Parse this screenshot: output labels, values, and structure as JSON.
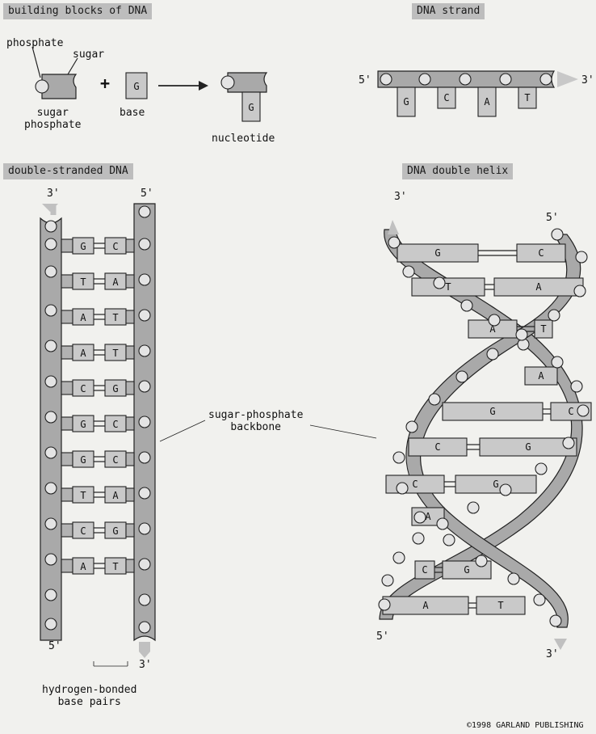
{
  "headers": {
    "building_blocks": "building blocks of DNA",
    "dna_strand": "DNA strand",
    "double_stranded": "double-stranded DNA",
    "double_helix": "DNA double helix"
  },
  "building_blocks": {
    "phosphate": "phosphate",
    "sugar": "sugar",
    "sugar_phosphate": "sugar\nphosphate",
    "plus": "+",
    "base_letter": "G",
    "base_label": "base",
    "nucleotide_letter": "G",
    "nucleotide_label": "nucleotide"
  },
  "strand": {
    "end_left": "5'",
    "end_right": "3'",
    "bases": [
      "G",
      "C",
      "A",
      "T"
    ]
  },
  "ladder": {
    "top_left": "3'",
    "top_right": "5'",
    "bottom_left": "5'",
    "bottom_right": "3'",
    "pairs": [
      [
        "G",
        "C"
      ],
      [
        "T",
        "A"
      ],
      [
        "A",
        "T"
      ],
      [
        "A",
        "T"
      ],
      [
        "C",
        "G"
      ],
      [
        "G",
        "C"
      ],
      [
        "G",
        "C"
      ],
      [
        "T",
        "A"
      ],
      [
        "C",
        "G"
      ],
      [
        "A",
        "T"
      ]
    ],
    "hbond_label": "hydrogen-bonded\nbase pairs"
  },
  "backbone_label": "sugar-phosphate\nbackbone",
  "helix": {
    "top_left": "3'",
    "top_right": "5'",
    "bottom_left": "5'",
    "bottom_right": "3'",
    "pairs": [
      [
        "G",
        "C"
      ],
      [
        "T",
        "A"
      ],
      [
        "A",
        "T"
      ],
      [
        "A",
        ""
      ],
      [
        "G",
        "C"
      ],
      [
        "C",
        "G"
      ],
      [
        "C",
        "G"
      ],
      [
        "A",
        ""
      ],
      [
        "C",
        "G"
      ],
      [
        "A",
        "T"
      ]
    ]
  },
  "copyright": "©1998 GARLAND PUBLISHING",
  "colors": {
    "backbone": "#a9a9a9",
    "base": "#c9c9c9",
    "background": "#f1f1ee"
  }
}
